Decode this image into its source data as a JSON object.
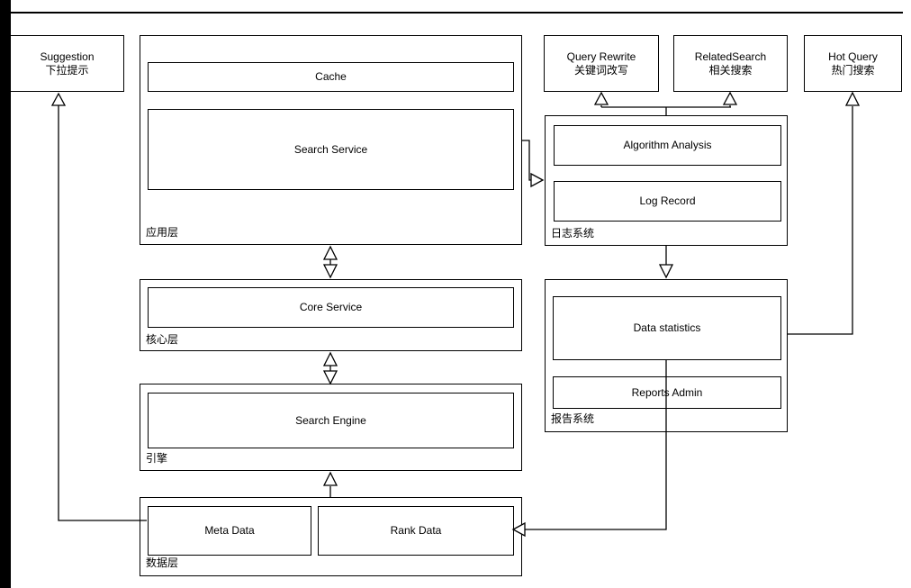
{
  "diagram": {
    "suggestion": {
      "title": "Suggestion",
      "subtitle": "下拉提示"
    },
    "query_rewrite": {
      "title": "Query Rewrite",
      "subtitle": "关键词改写"
    },
    "related_search": {
      "title": "RelatedSearch",
      "subtitle": "相关搜索"
    },
    "hot_query": {
      "title": "Hot Query",
      "subtitle": "热门搜索"
    },
    "app_layer": {
      "label": "应用层",
      "cache": "Cache",
      "search_service": "Search Service"
    },
    "log_system": {
      "label": "日志系统",
      "algorithm_analysis": "Algorithm Analysis",
      "log_record": "Log Record"
    },
    "report_system": {
      "label": "报告系统",
      "data_statistics": "Data statistics",
      "reports_admin": "Reports Admin"
    },
    "core_layer": {
      "label": "核心层",
      "core_service": "Core Service"
    },
    "engine_layer": {
      "label": "引擎",
      "search_engine": "Search Engine"
    },
    "data_layer": {
      "label": "数据层",
      "meta_data": "Meta Data",
      "rank_data": "Rank Data"
    }
  },
  "colors": {
    "stroke": "#000000",
    "background": "#ffffff"
  }
}
